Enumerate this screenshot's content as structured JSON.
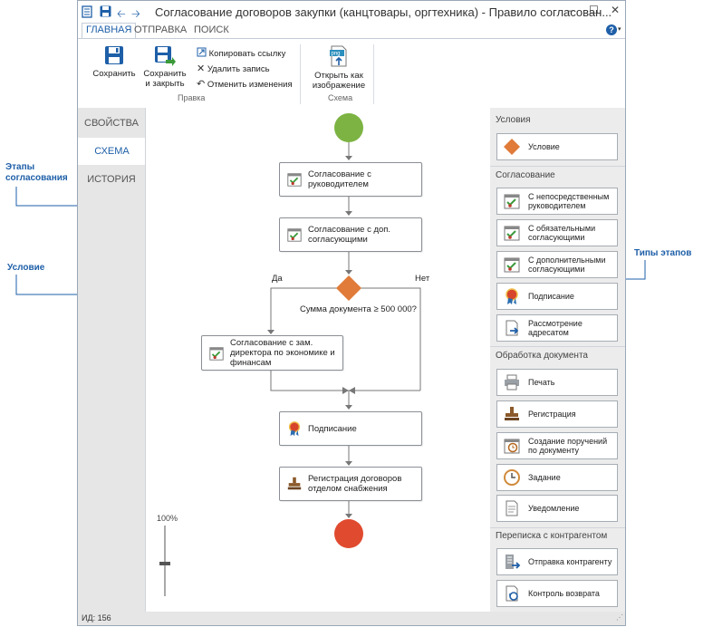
{
  "window": {
    "title": "Согласование договоров закупки (канцтовары, оргтехника) - Правило согласован...",
    "controls": [
      "–",
      "☐",
      "✕"
    ],
    "help": "?"
  },
  "ribbon": {
    "tabs": [
      "ГЛАВНАЯ",
      "ОТПРАВКА",
      "ПОИСК"
    ],
    "save": "Сохранить",
    "save_close_1": "Сохранить",
    "save_close_2": "и закрыть",
    "copy_link": "Копировать ссылку",
    "delete_record": "Удалить запись",
    "undo_changes": "Отменить изменения",
    "group_edit": "Правка",
    "open_as_image_1": "Открыть как",
    "open_as_image_2": "изображение",
    "open_as_image_badge": "png",
    "group_schema": "Схема"
  },
  "nav": {
    "items": [
      "СВОЙСТВА",
      "СХЕМА",
      "ИСТОРИЯ"
    ],
    "active": "СХЕМА"
  },
  "diagram": {
    "stage1": "Согласование с руководителем",
    "stage2": "Согласование с доп. согласующими",
    "condition": "Сумма документа ≥ 500 000?",
    "yes": "Да",
    "no": "Нет",
    "stage3": "Согласование с зам. директора по экономике и финансам",
    "signing": "Подписание",
    "registration": "Регистрация договоров отделом снабжения",
    "zoom": "100%",
    "colors": {
      "start": "#7cb342",
      "end": "#e04a2f",
      "condition": "#e07b39"
    }
  },
  "palette": {
    "sec_conditions": "Условия",
    "condition": "Условие",
    "sec_approval": "Согласование",
    "approval_items": [
      "С непосредственным руководителем",
      "С обязательными согласующими",
      "С дополнительными согласующими",
      "Подписание",
      "Рассмотрение адресатом"
    ],
    "sec_processing": "Обработка документа",
    "processing_items": [
      "Печать",
      "Регистрация",
      "Создание поручений по документу",
      "Задание",
      "Уведомление"
    ],
    "sec_counterparty": "Переписка с контрагентом",
    "counterparty_items": [
      "Отправка контрагенту",
      "Контроль возврата"
    ]
  },
  "status": {
    "id": "ИД: 156"
  },
  "annotations": {
    "stages_1": "Этапы",
    "stages_2": "согласования",
    "condition": "Условие",
    "stage_types": "Типы этапов"
  }
}
